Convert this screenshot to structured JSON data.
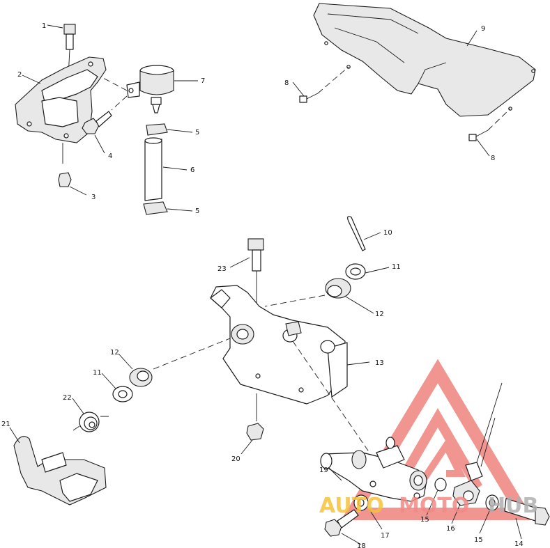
{
  "callouts": {
    "c1": "1",
    "c2": "2",
    "c3": "3",
    "c4": "4",
    "c5a": "5",
    "c5b": "5",
    "c6": "6",
    "c7": "7",
    "c8a": "8",
    "c8b": "8",
    "c9": "9",
    "c10": "10",
    "c11a": "11",
    "c11b": "11",
    "c12a": "12",
    "c12b": "12",
    "c13": "13",
    "c14": "14",
    "c15a": "15",
    "c15b": "15",
    "c16": "16",
    "c17": "17",
    "c18": "18",
    "c19": "19",
    "c20": "20",
    "c21": "21",
    "c22": "22",
    "c23": "23"
  },
  "watermark": {
    "part1": "AUTO",
    "part2": "MOTO",
    "part3": "HUB",
    "color_primary": "#f08a86",
    "color_secondary": "#f5c23c",
    "color_tertiary": "#b0b0b0"
  }
}
